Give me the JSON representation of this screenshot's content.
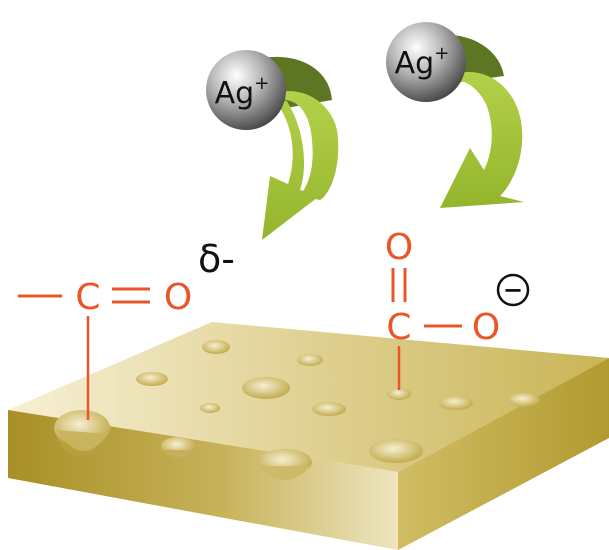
{
  "ions": [
    {
      "symbol": "Ag",
      "charge": "+"
    },
    {
      "symbol": "Ag",
      "charge": "+"
    }
  ],
  "partial_charge": "δ-",
  "carbonyl": {
    "bond_left": "—",
    "carbon": "C",
    "double_bond": "=",
    "oxygen": "O"
  },
  "carboxylate": {
    "oxygen_top": "O",
    "double_bond": "||",
    "carbon": "C",
    "oxygen_right": "O",
    "negative_charge": "−"
  },
  "colors": {
    "functional_group": "#e8562a",
    "arrow_light": "#a3c33b",
    "arrow_dark": "#5d7623",
    "surface_top": "#d9c98c",
    "surface_front": "#b8a23a",
    "ion_sphere": "#9a9a9a"
  }
}
